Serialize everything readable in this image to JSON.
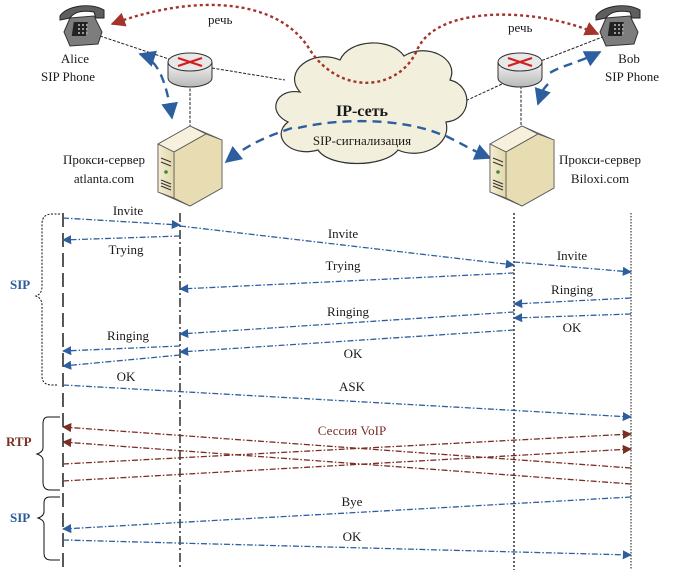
{
  "colors": {
    "sip": "#2d5f9e",
    "rtp": "#7a2e24",
    "speech": "#a3332b",
    "cloud_fill": "#f2f0dc",
    "server_fill": "#efe6c6"
  },
  "top": {
    "alice": {
      "line1": "Alice",
      "line2": "SIP Phone"
    },
    "bob": {
      "line1": "Bob",
      "line2": "SIP Phone"
    },
    "proxy_left": {
      "line1": "Прокси-сервер",
      "line2": "atlanta.com"
    },
    "proxy_right": {
      "line1": "Прокси-сервер",
      "line2": "Biloxi.com"
    },
    "cloud": {
      "title": "IP-сеть",
      "subtitle": "SIP-сигнализация"
    },
    "speech_left": "речь",
    "speech_right": "речь"
  },
  "groups": [
    {
      "label": "SIP",
      "protocol": "sip"
    },
    {
      "label": "RTP",
      "protocol": "rtp"
    },
    {
      "label": "SIP",
      "protocol": "sip"
    }
  ],
  "lifelines": [
    "Alice SIP Phone",
    "Прокси-сервер atlanta.com",
    "Прокси-сервер Biloxi.com",
    "Bob SIP Phone"
  ],
  "messages": [
    {
      "label": "Invite",
      "from": 0,
      "to": 1,
      "protocol": "sip"
    },
    {
      "label": "Invite",
      "from": 1,
      "to": 2,
      "protocol": "sip"
    },
    {
      "label": "Trying",
      "from": 1,
      "to": 0,
      "protocol": "sip"
    },
    {
      "label": "Invite",
      "from": 2,
      "to": 3,
      "protocol": "sip"
    },
    {
      "label": "Trying",
      "from": 2,
      "to": 1,
      "protocol": "sip"
    },
    {
      "label": "Ringing",
      "from": 3,
      "to": 2,
      "protocol": "sip"
    },
    {
      "label": "Ringing",
      "from": 2,
      "to": 1,
      "protocol": "sip"
    },
    {
      "label": "OK",
      "from": 3,
      "to": 2,
      "protocol": "sip"
    },
    {
      "label": "Ringing",
      "from": 1,
      "to": 0,
      "protocol": "sip"
    },
    {
      "label": "OK",
      "from": 2,
      "to": 1,
      "protocol": "sip"
    },
    {
      "label": "OK",
      "from": 1,
      "to": 0,
      "protocol": "sip"
    },
    {
      "label": "ASK",
      "from": 0,
      "to": 3,
      "protocol": "sip"
    },
    {
      "label": "Сессия VoIP",
      "from": 0,
      "to": 3,
      "protocol": "rtp"
    },
    {
      "label": "Bye",
      "from": 3,
      "to": 0,
      "protocol": "sip"
    },
    {
      "label": "OK",
      "from": 0,
      "to": 3,
      "protocol": "sip"
    }
  ]
}
